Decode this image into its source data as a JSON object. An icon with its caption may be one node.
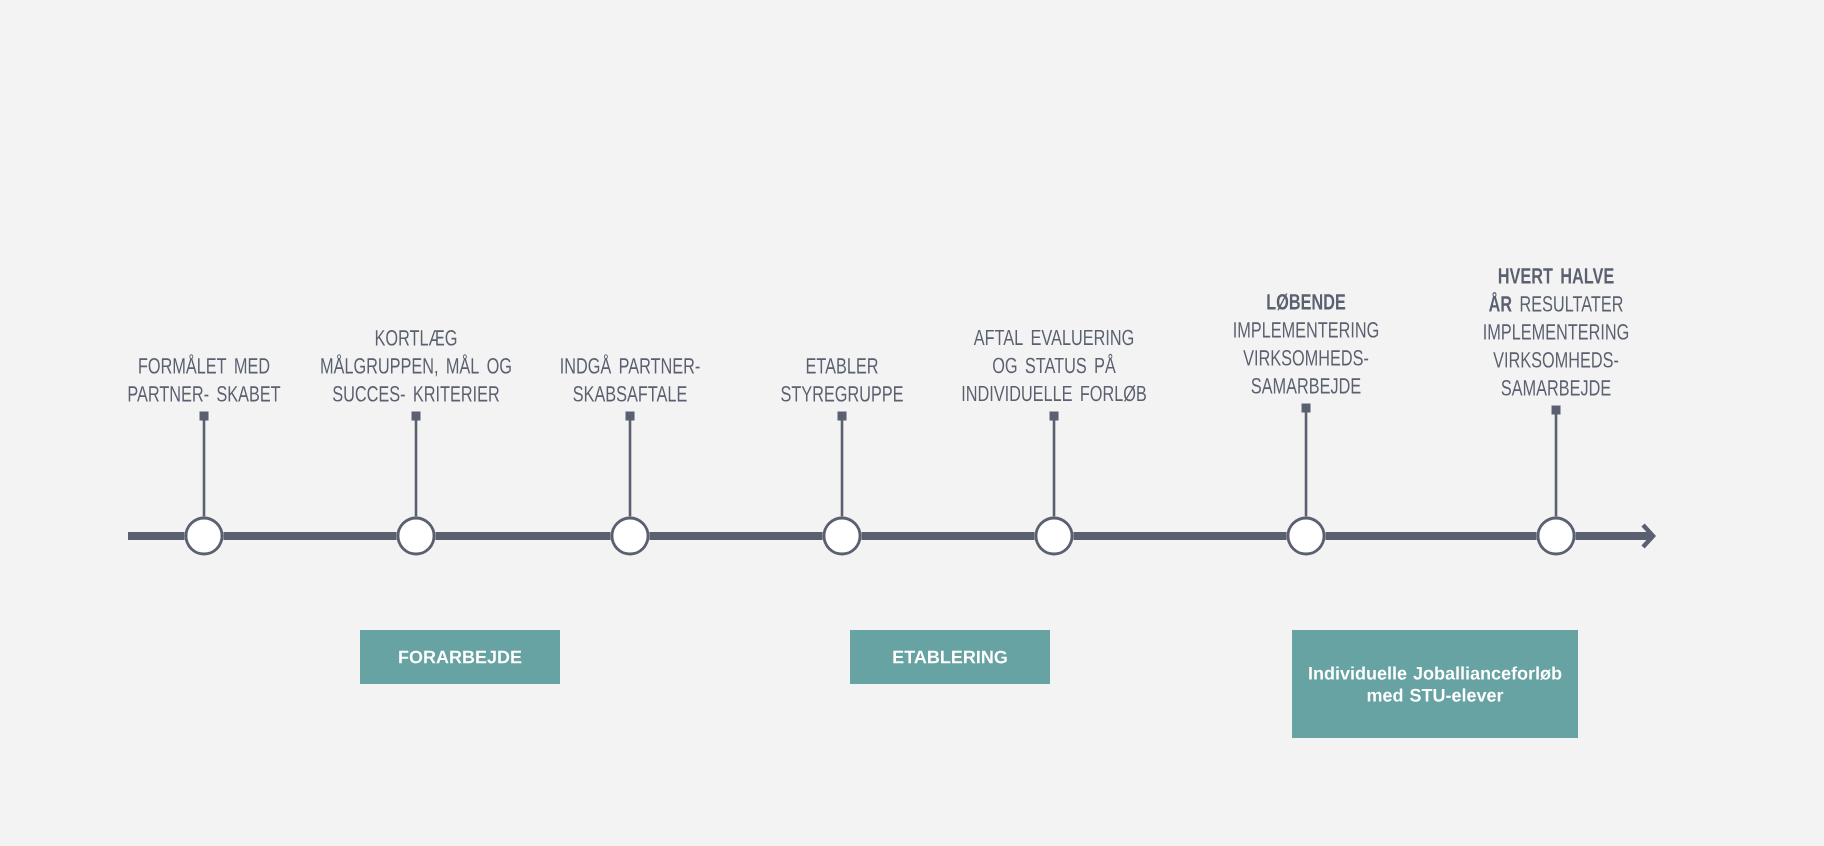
{
  "diagram": {
    "nodes": [
      {
        "text": [
          "FORMÅLET MED PARTNER- SKABET"
        ]
      },
      {
        "text": [
          "KORTLÆG MÅLGRUPPEN, MÅL OG SUCCES- KRITERIER"
        ]
      },
      {
        "text": [
          "INDGÅ PARTNER- SKABSAFTALE"
        ]
      },
      {
        "text": [
          "ETABLER STYREGRUPPE"
        ]
      },
      {
        "text": [
          "AFTAL EVALUERING OG STATUS PÅ INDIVIDUELLE FORLØB"
        ]
      },
      {
        "text": [
          "**LØBENDE** IMPLEMENTERING VIRKSOMHEDS- SAMARBEJDE"
        ]
      },
      {
        "text": [
          "**HVERT HALVE ÅR** RESULTATER IMPLEMENTERING VIRKSOMHEDS- SAMARBEJDE"
        ]
      },
      {
        "text": [],
        "shape": "circle"
      },
      {
        "text": [],
        "shape": "circle"
      },
      {
        "text": [],
        "shape": "circle"
      },
      {
        "text": [],
        "shape": "circle"
      },
      {
        "text": [],
        "shape": "circle"
      },
      {
        "text": [],
        "shape": "circle"
      },
      {
        "text": [],
        "shape": "circle"
      },
      {
        "text": [
          "FORARBEJDE"
        ]
      },
      {
        "text": [
          "ETABLERING"
        ]
      },
      {
        "text": [
          "Individuelle Joballianceforløb med STU-elever"
        ]
      }
    ],
    "edges": [
      {
        "from": 0,
        "to": 7,
        "arrow": "other"
      },
      {
        "from": 1,
        "to": 8,
        "arrow": "other"
      },
      {
        "from": 2,
        "to": 9,
        "arrow": "other"
      },
      {
        "from": 3,
        "to": 10,
        "arrow": "other"
      },
      {
        "from": 4,
        "to": 11,
        "arrow": "other"
      },
      {
        "from": 5,
        "to": 12,
        "arrow": "other"
      },
      {
        "from": 6,
        "to": 13,
        "arrow": "other"
      },
      {
        "from": null,
        "to": 7,
        "arrow": "none"
      },
      {
        "from": 7,
        "to": 8,
        "arrow": "none"
      },
      {
        "from": 8,
        "to": 9,
        "arrow": "none"
      },
      {
        "from": 9,
        "to": 10,
        "arrow": "none"
      },
      {
        "from": 10,
        "to": 11,
        "arrow": "none"
      },
      {
        "from": 11,
        "to": 12,
        "arrow": "none"
      },
      {
        "from": 12,
        "to": 13,
        "arrow": "none"
      },
      {
        "from": 13,
        "to": null,
        "arrow": "to"
      }
    ]
  }
}
